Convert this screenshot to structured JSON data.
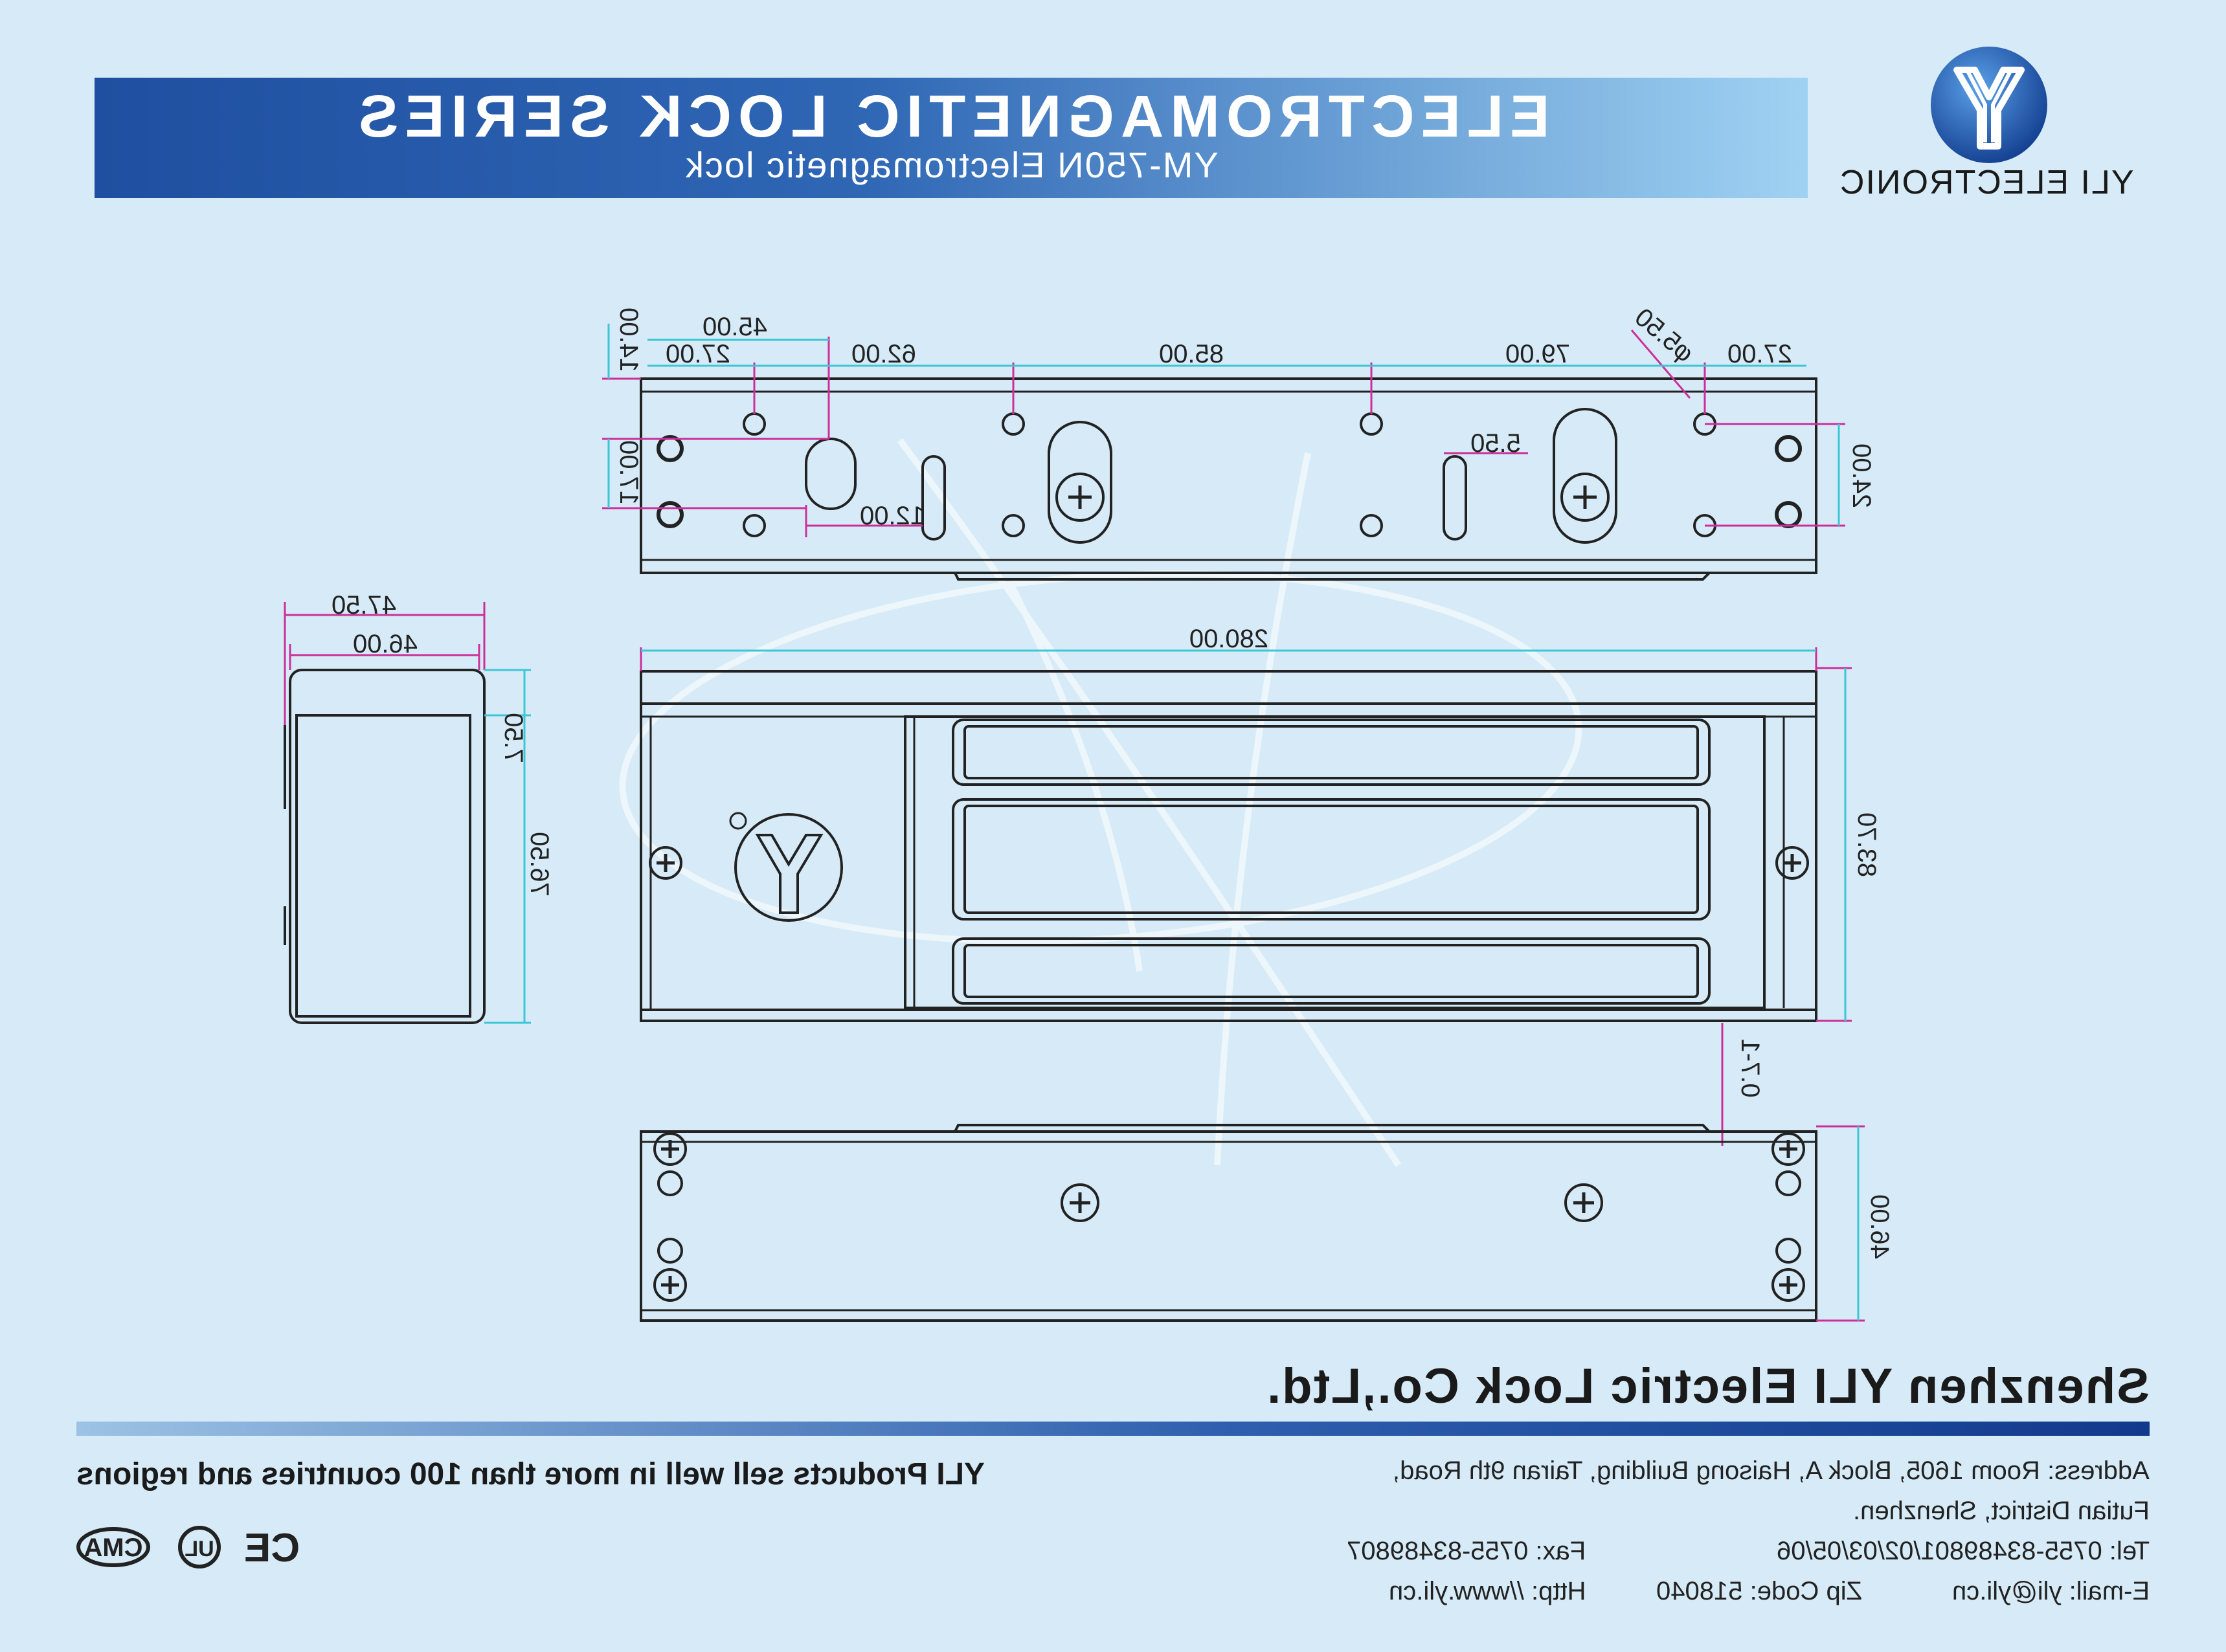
{
  "header": {
    "title": "ELECTROMAGNETIC LOCK SERIES",
    "subtitle": "YM-750N Electromagnetic lock",
    "brand": "YLI ELECTRONIC"
  },
  "colors": {
    "dimension_line": "#cc2f9a",
    "extension_line": "#3cc6d6",
    "outline": "#222222",
    "background": "#d6ebf7"
  },
  "drawing": {
    "top_view": {
      "dims": [
        "45.00",
        "27.00",
        "62.00",
        "85.00",
        "79.00",
        "27.00",
        "φ5.50",
        "14.00",
        "17.00",
        "12.00",
        "5.50",
        "24.00"
      ]
    },
    "side_view": {
      "dims": [
        "47.50",
        "46.00",
        "7.50",
        "76.50"
      ]
    },
    "front_view": {
      "dims": [
        "280.00",
        "83.70",
        "0.7-1"
      ]
    },
    "bottom_view": {
      "dims": [
        "46.00"
      ]
    }
  },
  "footer": {
    "company": "Shenzhen YLI Electric Lock Co.,Ltd.",
    "slogan": "YLI Products sell well in more than 100 countries and regions",
    "address_line1": "Address: Room 1605, Block A, Haisong Building, Tairan 9th Road,",
    "address_line2": "Futian District, Shenzhen.",
    "tel": "Tel: 0755-83489801/02/03/05/06",
    "fax": "Fax: 0755-83489807",
    "email": "E-mail: yli@yli.cn",
    "zip": "Zip Code: 518040",
    "http": "Http: //www.yli.cn",
    "certifications": [
      "CMA",
      "UL",
      "CE"
    ]
  }
}
